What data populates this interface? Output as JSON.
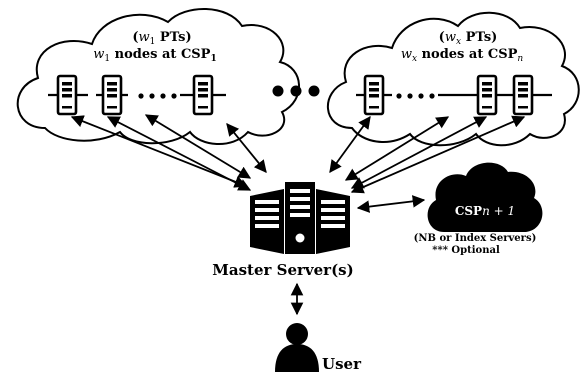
{
  "clouds": {
    "left": {
      "line1_var": "w",
      "line1_sub": "1",
      "line1_rest": " PTs)",
      "line2_var": "w",
      "line2_sub": "1",
      "line2_mid": " nodes at CSP",
      "line2_end_sub": "1"
    },
    "right": {
      "line1_var": "w",
      "line1_sub": "x",
      "line1_rest": " PTs)",
      "line2_var": "w",
      "line2_sub": "x",
      "line2_mid": " nodes at CSP",
      "line2_end_sub": "n"
    }
  },
  "csp_extra": {
    "title_main": "CSP",
    "title_tail": "n + 1",
    "caption_line1": "(NB or Index Servers)",
    "caption_line2": "*** Optional"
  },
  "master": {
    "label": "Master Server(s)"
  },
  "user": {
    "label": "User"
  },
  "colors": {
    "ink": "#000000",
    "background": "#ffffff"
  },
  "icons": [
    "cloud-icon",
    "node-server-icon",
    "master-server-icon",
    "user-icon",
    "bidirectional-arrow-icon"
  ]
}
